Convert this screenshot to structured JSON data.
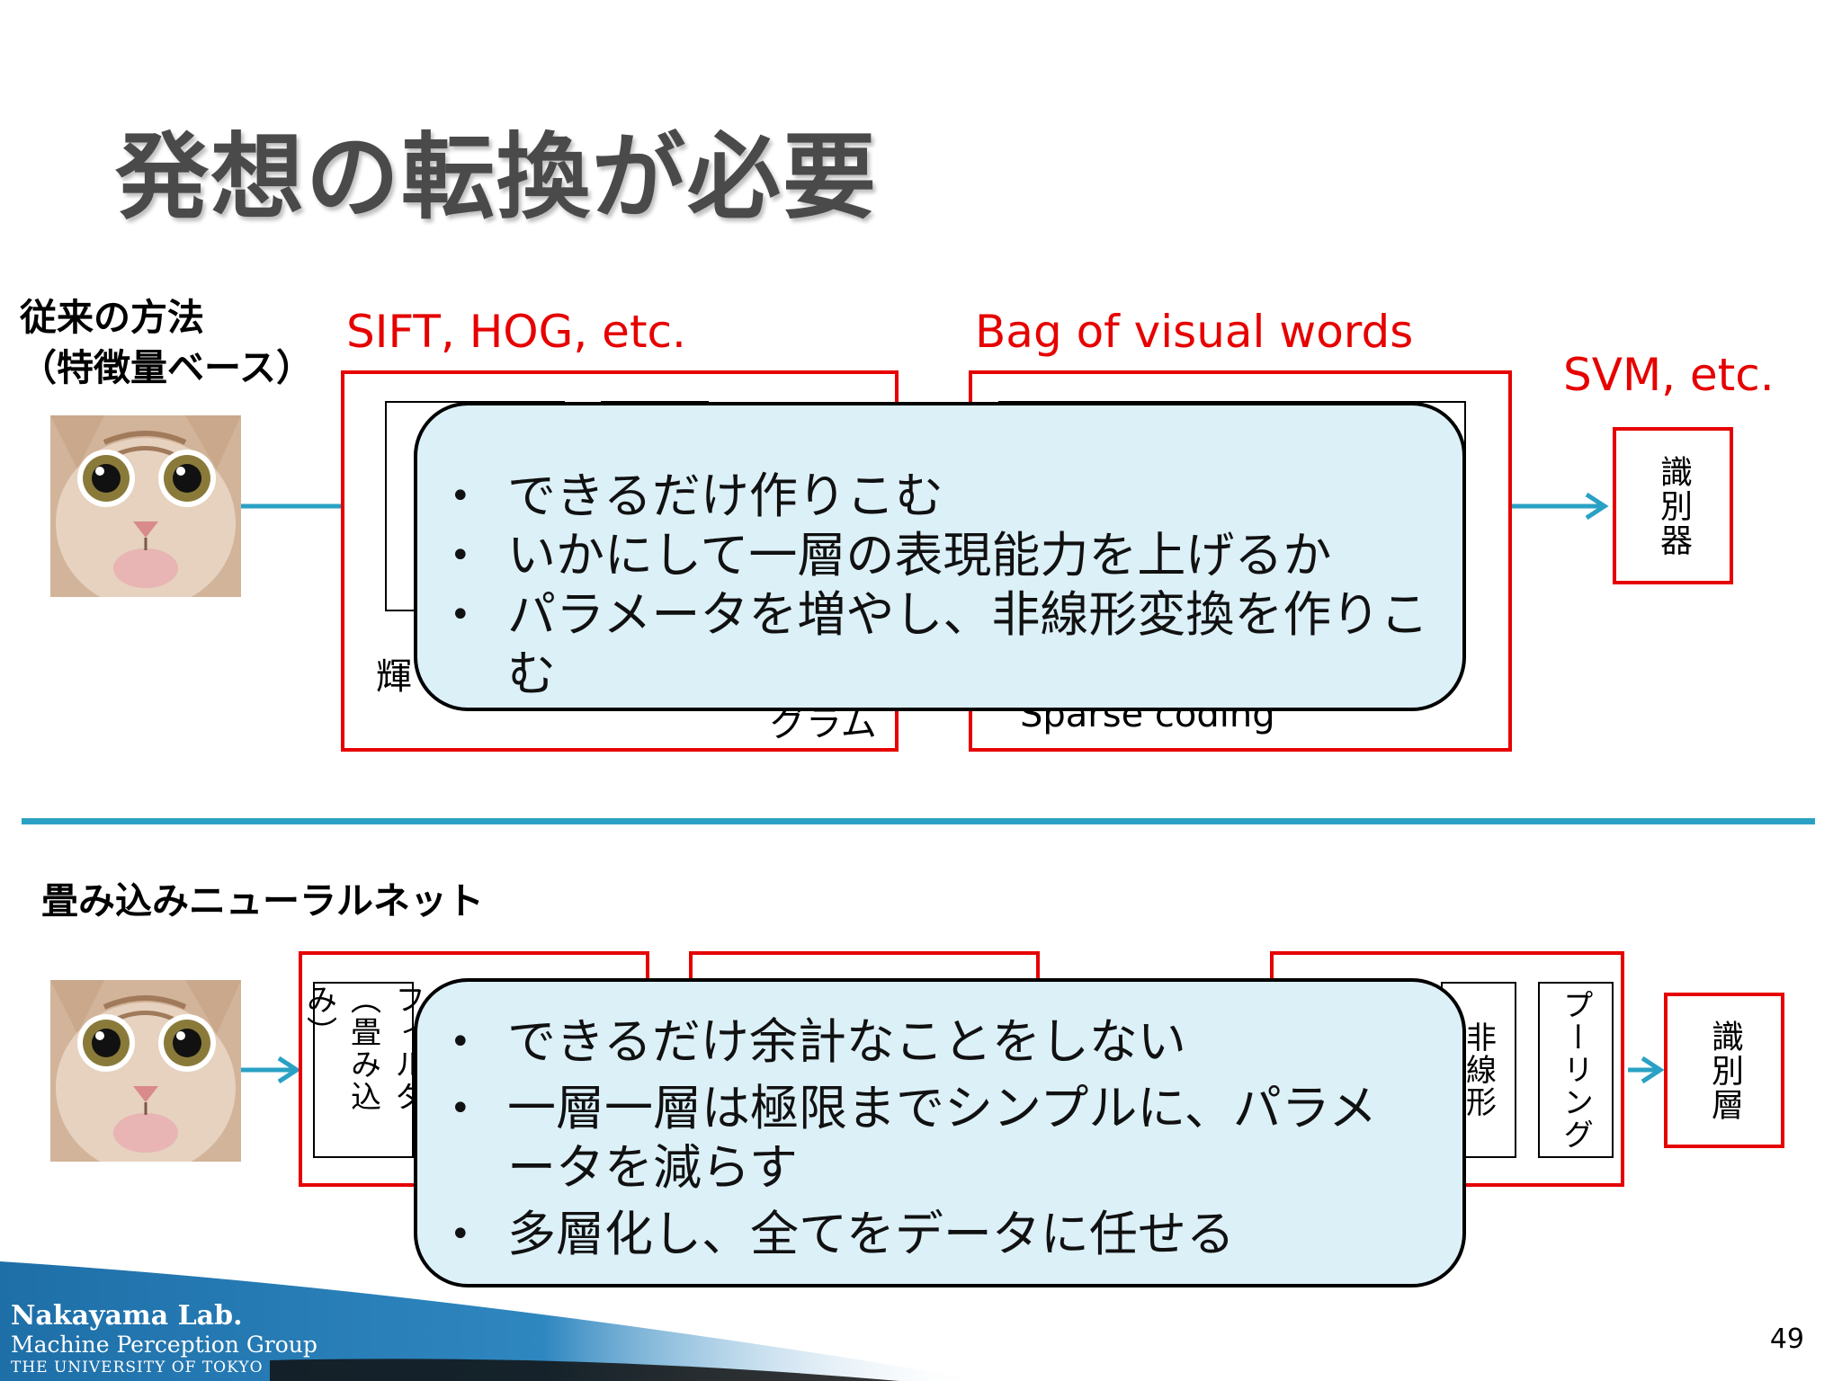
{
  "slide": {
    "title": "発想の転換が必要",
    "page_number": "49"
  },
  "top_section": {
    "label_line1": "従来の方法",
    "label_line2": "（特徴量ベース）",
    "sift_label": "SIFT, HOG, etc.",
    "bovw_label": "Bag of visual words",
    "svm_label": "SVM, etc.",
    "classifier_box": "識別器",
    "partial_text_1": "輝",
    "partial_text_2": "グラム",
    "partial_text_3": "Sparse coding",
    "callout_bullets": [
      "できるだけ作りこむ",
      "いかにして一層の表現能力を上げるか",
      "パラメータを増やし、非線形変換を作りこむ"
    ]
  },
  "bottom_section": {
    "label": "畳み込みニューラルネット",
    "filter_box": "フィルタ（畳み込み）",
    "nonlinear_box": "非線形",
    "pooling_box": "プーリング",
    "classifier_box": "識別層",
    "callout_bullets": [
      "できるだけ余計なことをしない",
      "一層一層は極限までシンプルに、パラメータを減らす",
      "多層化し、全てをデータに任せる"
    ]
  },
  "footer": {
    "lab_name": "Nakayama Lab.",
    "group": "Machine Perception Group",
    "university": "THE UNIVERSITY OF TOKYO"
  },
  "colors": {
    "accent_red": "#e60000",
    "arrow_blue": "#2aa1c4",
    "callout_fill": "#dcf0f8",
    "footer_blue": "#1e6fa8"
  },
  "icons": {
    "cat_photo": "cat-photo-icon",
    "arrow": "arrow-right-icon"
  }
}
